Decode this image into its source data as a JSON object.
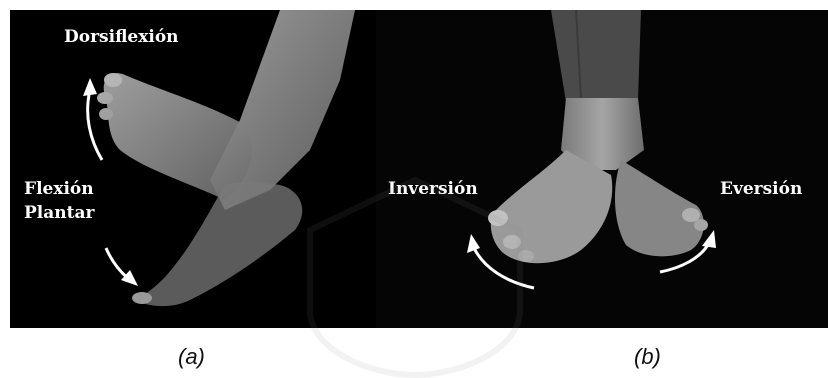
{
  "panel_a": {
    "label_top": "Dorsiflexión",
    "label_bottom_line1": "Flexión",
    "label_bottom_line2": "Plantar",
    "caption": "(a)"
  },
  "panel_b": {
    "label_left": "Inversión",
    "label_right": "Eversión",
    "caption": "(b)"
  },
  "colors": {
    "background": "#000000",
    "text": "#ffffff",
    "skin": "#8a8a8a",
    "caption": "#111111"
  }
}
